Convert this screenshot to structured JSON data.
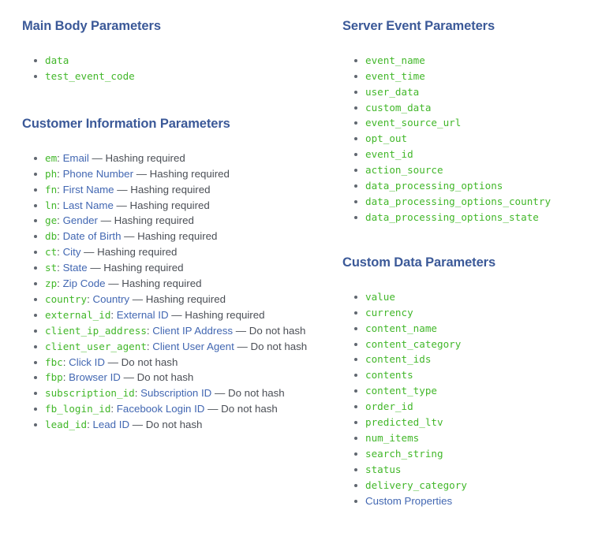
{
  "document": {
    "background_color": "#ffffff",
    "heading_color": "#3b5998",
    "code_color": "#42b72a",
    "link_color": "#4267b2",
    "text_color": "#4b4f56"
  },
  "sections": {
    "main_body": {
      "title": "Main Body Parameters",
      "items": [
        {
          "code": "data"
        },
        {
          "code": "test_event_code"
        }
      ]
    },
    "customer_information": {
      "title": "Customer Information Parameters",
      "items": [
        {
          "code": "em",
          "sep": ": ",
          "link": "Email",
          "desc": " — Hashing required"
        },
        {
          "code": "ph",
          "sep": ": ",
          "link": "Phone Number",
          "desc": " — Hashing required"
        },
        {
          "code": "fn",
          "sep": ": ",
          "link": "First Name",
          "desc": " — Hashing required"
        },
        {
          "code": "ln",
          "sep": ": ",
          "link": "Last Name",
          "desc": " — Hashing required"
        },
        {
          "code": "ge",
          "sep": ": ",
          "link": "Gender",
          "desc": " — Hashing required"
        },
        {
          "code": "db",
          "sep": ": ",
          "link": "Date of Birth",
          "desc": " — Hashing required"
        },
        {
          "code": "ct",
          "sep": ": ",
          "link": "City",
          "desc": " — Hashing required"
        },
        {
          "code": "st",
          "sep": ": ",
          "link": "State",
          "desc": " — Hashing required"
        },
        {
          "code": "zp",
          "sep": ": ",
          "link": "Zip Code",
          "desc": " — Hashing required"
        },
        {
          "code": "country",
          "sep": ": ",
          "link": "Country",
          "desc": " — Hashing required"
        },
        {
          "code": "external_id",
          "sep": ": ",
          "link": "External ID",
          "desc": " — Hashing required"
        },
        {
          "code": "client_ip_address",
          "sep": ": ",
          "link": "Client IP Address",
          "desc": " — Do not hash"
        },
        {
          "code": "client_user_agent",
          "sep": ": ",
          "link": "Client User Agent",
          "desc": " — Do not hash"
        },
        {
          "code": "fbc",
          "sep": ": ",
          "link": "Click ID",
          "desc": " — Do not hash"
        },
        {
          "code": "fbp",
          "sep": ": ",
          "link": "Browser ID",
          "desc": " — Do not hash"
        },
        {
          "code": "subscription_id",
          "sep": ": ",
          "link": "Subscription ID",
          "desc": " — Do not hash"
        },
        {
          "code": "fb_login_id",
          "sep": ": ",
          "link": "Facebook Login ID",
          "desc": " — Do not hash"
        },
        {
          "code": "lead_id",
          "sep": ": ",
          "link": "Lead ID",
          "desc": " — Do not hash"
        }
      ]
    },
    "server_event": {
      "title": "Server Event Parameters",
      "items": [
        {
          "code": "event_name"
        },
        {
          "code": "event_time"
        },
        {
          "code": "user_data"
        },
        {
          "code": "custom_data"
        },
        {
          "code": "event_source_url"
        },
        {
          "code": "opt_out"
        },
        {
          "code": "event_id"
        },
        {
          "code": "action_source"
        },
        {
          "code": "data_processing_options"
        },
        {
          "code": "data_processing_options_country"
        },
        {
          "code": "data_processing_options_state"
        }
      ]
    },
    "custom_data": {
      "title": "Custom Data Parameters",
      "items": [
        {
          "code": "value"
        },
        {
          "code": "currency"
        },
        {
          "code": "content_name"
        },
        {
          "code": "content_category"
        },
        {
          "code": "content_ids"
        },
        {
          "code": "contents"
        },
        {
          "code": "content_type"
        },
        {
          "code": "order_id"
        },
        {
          "code": "predicted_ltv"
        },
        {
          "code": "num_items"
        },
        {
          "code": "search_string"
        },
        {
          "code": "status"
        },
        {
          "code": "delivery_category"
        },
        {
          "link": "Custom Properties"
        }
      ]
    }
  }
}
